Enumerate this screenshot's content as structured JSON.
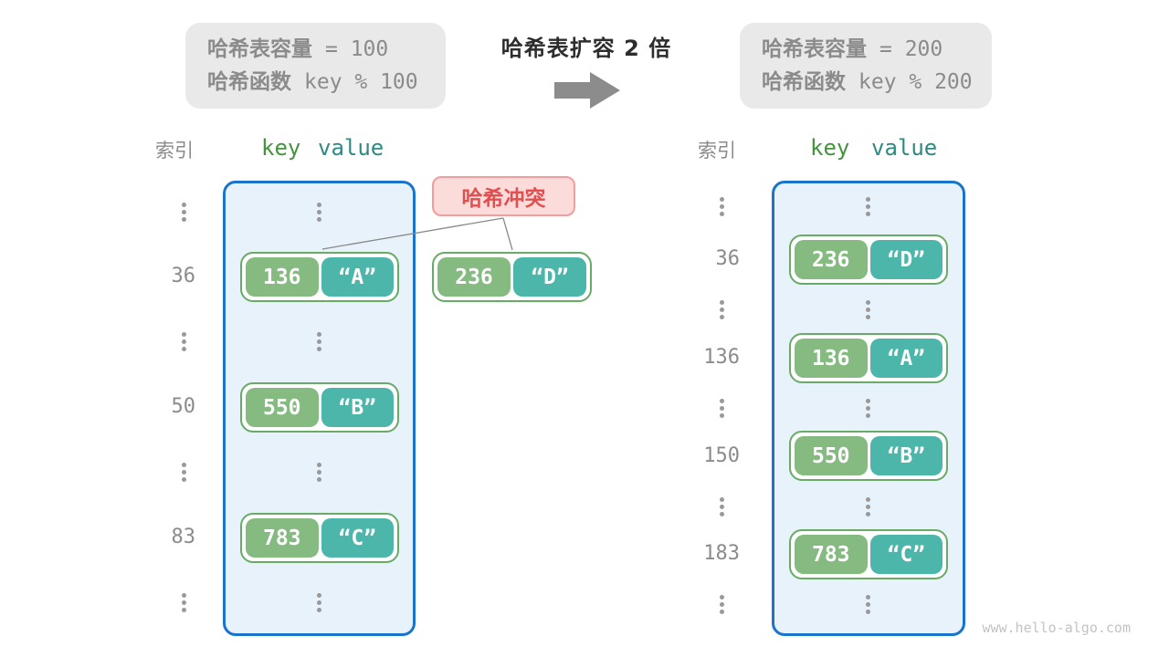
{
  "colors": {
    "key_green": "#85ba81",
    "value_teal": "#4db6ab",
    "pair_border": "#69aa66",
    "table_fill": "#e7f2fb",
    "table_border": "#1a74cc",
    "info_bg": "#e9e9e9",
    "muted_text": "#8b8b8b",
    "header_key": "#43953d",
    "header_value": "#2e8a82",
    "collision_text": "#e34f4f",
    "collision_bg": "#fcdbdb",
    "collision_border": "#f49b9b",
    "title_text": "#2d2d2d",
    "arrow_gray": "#8c8c8c",
    "dot_gray": "#999999",
    "line_gray": "#888888",
    "watermark": "#c3c3c3"
  },
  "center": {
    "title": "哈希表扩容 2 倍",
    "arrow_icon": "right-block-arrow"
  },
  "left_info": {
    "capacity_label": "哈希表容量",
    "capacity_value": "= 100",
    "function_label": "哈希函数",
    "function_value": "key % 100"
  },
  "right_info": {
    "capacity_label": "哈希表容量",
    "capacity_value": "= 200",
    "function_label": "哈希函数",
    "function_value": "key % 200"
  },
  "left_table": {
    "header": {
      "index": "索引",
      "key": "key",
      "value": "value"
    },
    "entries": [
      {
        "index": "36",
        "key": "136",
        "value": "“A”"
      },
      {
        "index": "50",
        "key": "550",
        "value": "“B”"
      },
      {
        "index": "83",
        "key": "783",
        "value": "“C”"
      }
    ]
  },
  "right_table": {
    "header": {
      "index": "索引",
      "key": "key",
      "value": "value"
    },
    "entries": [
      {
        "index": "36",
        "key": "236",
        "value": "“D”"
      },
      {
        "index": "136",
        "key": "136",
        "value": "“A”"
      },
      {
        "index": "150",
        "key": "550",
        "value": "“B”"
      },
      {
        "index": "183",
        "key": "783",
        "value": "“C”"
      }
    ]
  },
  "collision": {
    "label": "哈希冲突",
    "pair": {
      "key": "236",
      "value": "“D”"
    }
  },
  "watermark": "www.hello-algo.com"
}
